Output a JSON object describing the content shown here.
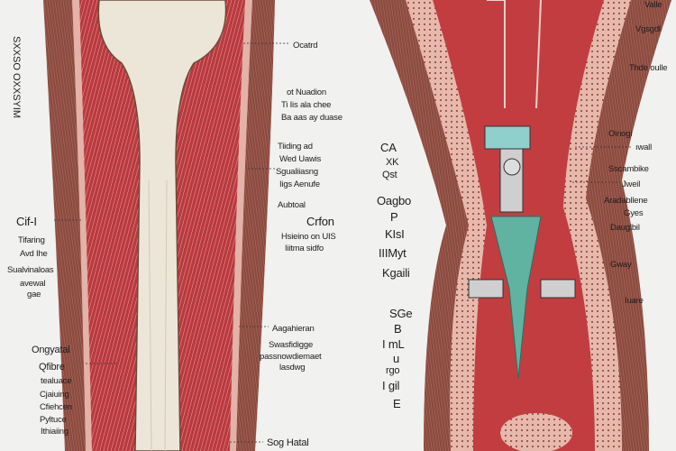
{
  "left_panel": {
    "vertical_title": "SXXSO OXXSYIM",
    "labels": [
      "Ocatrd",
      "ot Nuadion",
      "Ti Iis ala chee",
      "Ba aas ay duase",
      "Tiiding ad",
      "Wed Uawis",
      "Sgualiiasng",
      "Iigs Aenufe",
      "Aubtoal",
      "Crfon",
      "Hsieino on UIS",
      "Iiitma sidfo",
      "Cif-I",
      "Tifaring",
      "Avd Ihe",
      "Sualvinaloas",
      "avewal",
      "gae",
      "Ongyatal",
      "Qfibre",
      "tealuace",
      "Cjaiuing",
      "Cfiehcen",
      "Pyltuce",
      "Ithiaiing",
      "Aagahieran",
      "Swasfidigge",
      "passnowdiemaet",
      "lasdwg",
      "Sog Hatal"
    ]
  },
  "right_panel": {
    "labels": [
      "Valle",
      "Vgsgdl",
      "Thde oulle",
      "Oinogi",
      "ıwall",
      "Sscambike",
      "Jweil",
      "Aradabllene",
      "Gyes",
      "Dauglbil",
      "Gway",
      "Iuare",
      "CA",
      "XK",
      "Qst",
      "Oagbo",
      "P",
      "KIsI",
      "IIIMyt",
      "Kgaili",
      "SGe",
      "B",
      "I mL",
      "u",
      "rgo",
      "I gil",
      "E"
    ]
  },
  "colors": {
    "muscle": "#b8353a",
    "skin": "#8a4a3e",
    "bone": "#ece6d8",
    "tendon": "#5fb3a0",
    "background": "#f1f1ef"
  }
}
